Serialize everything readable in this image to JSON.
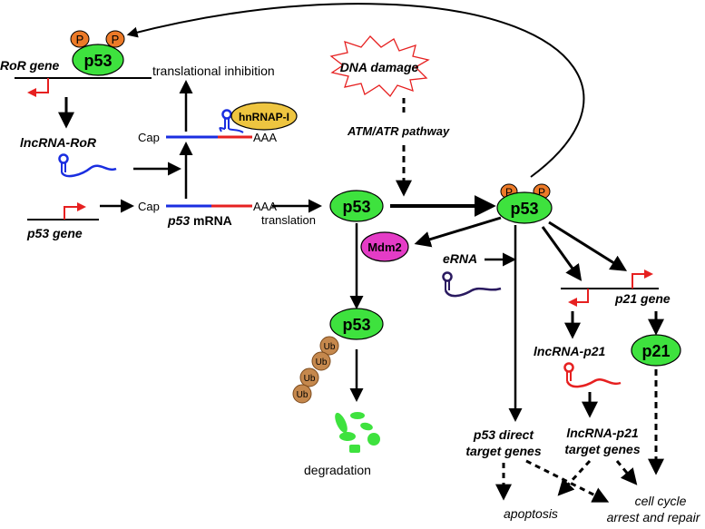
{
  "proteins": {
    "p53": "p53",
    "mdm2": "Mdm2",
    "p21": "p21",
    "hnrnp": "hnRNAP-I",
    "phospho": "P",
    "ub": "Ub"
  },
  "genes": {
    "ror_gene": "RoR gene",
    "p53_gene": "p53 gene",
    "p21_gene": "p21 gene"
  },
  "rna": {
    "lncrna_ror": "lncRNA-RoR",
    "lncrna_p21": "lncRNA-p21",
    "erna": "eRNA",
    "cap": "Cap",
    "aaa": "AAA",
    "p53_mrna_italic": "p53",
    "mrna_suffix": " mRNA"
  },
  "labels": {
    "translational_inhibition": "translational inhibition",
    "translation": "translation",
    "dna_damage": "DNA damage",
    "atm_atr": "ATM/ATR pathway",
    "degradation": "degradation",
    "p53_direct_1": "p53 direct",
    "p53_direct_2": "target genes",
    "lncrna_p21_targets_1": "lncRNA-p21",
    "lncrna_p21_targets_2": "target genes",
    "apoptosis": "apoptosis",
    "cell_cycle_1": "cell cycle",
    "cell_cycle_2": "arrest and repair"
  },
  "colors": {
    "p53_green": "#3ee23e",
    "p21_green": "#3ee23e",
    "mdm2_magenta": "#e43cc6",
    "hnrnp_gold": "#eec540",
    "phospho_orange": "#ec7a28",
    "ub_brown": "#c5884d",
    "rna_blue": "#1a2ee0",
    "rna_red": "#e62020",
    "erna_navy": "#2a1a60"
  }
}
